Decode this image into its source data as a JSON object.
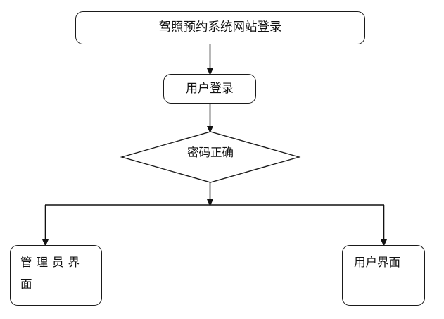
{
  "diagram": {
    "type": "flowchart",
    "orientation": "top-down",
    "background_color": "#ffffff",
    "line_color": "#1a1a1a",
    "text_color": "#111111",
    "nodes": {
      "start": {
        "label": "驾照预约系统网站登录",
        "shape": "rounded-rectangle"
      },
      "user_login": {
        "label": "用户登录",
        "shape": "rounded-rectangle"
      },
      "decision": {
        "label": "密码正确",
        "shape": "diamond"
      },
      "admin_ui": {
        "label": "管理员界\n面",
        "shape": "rounded-rectangle"
      },
      "user_ui": {
        "label": "用户界面",
        "shape": "rounded-rectangle"
      }
    },
    "edges": [
      {
        "from": "start",
        "to": "user_login",
        "label": ""
      },
      {
        "from": "user_login",
        "to": "decision",
        "label": ""
      },
      {
        "from": "decision",
        "to": "admin_ui",
        "label": ""
      },
      {
        "from": "decision",
        "to": "user_ui",
        "label": ""
      }
    ]
  }
}
